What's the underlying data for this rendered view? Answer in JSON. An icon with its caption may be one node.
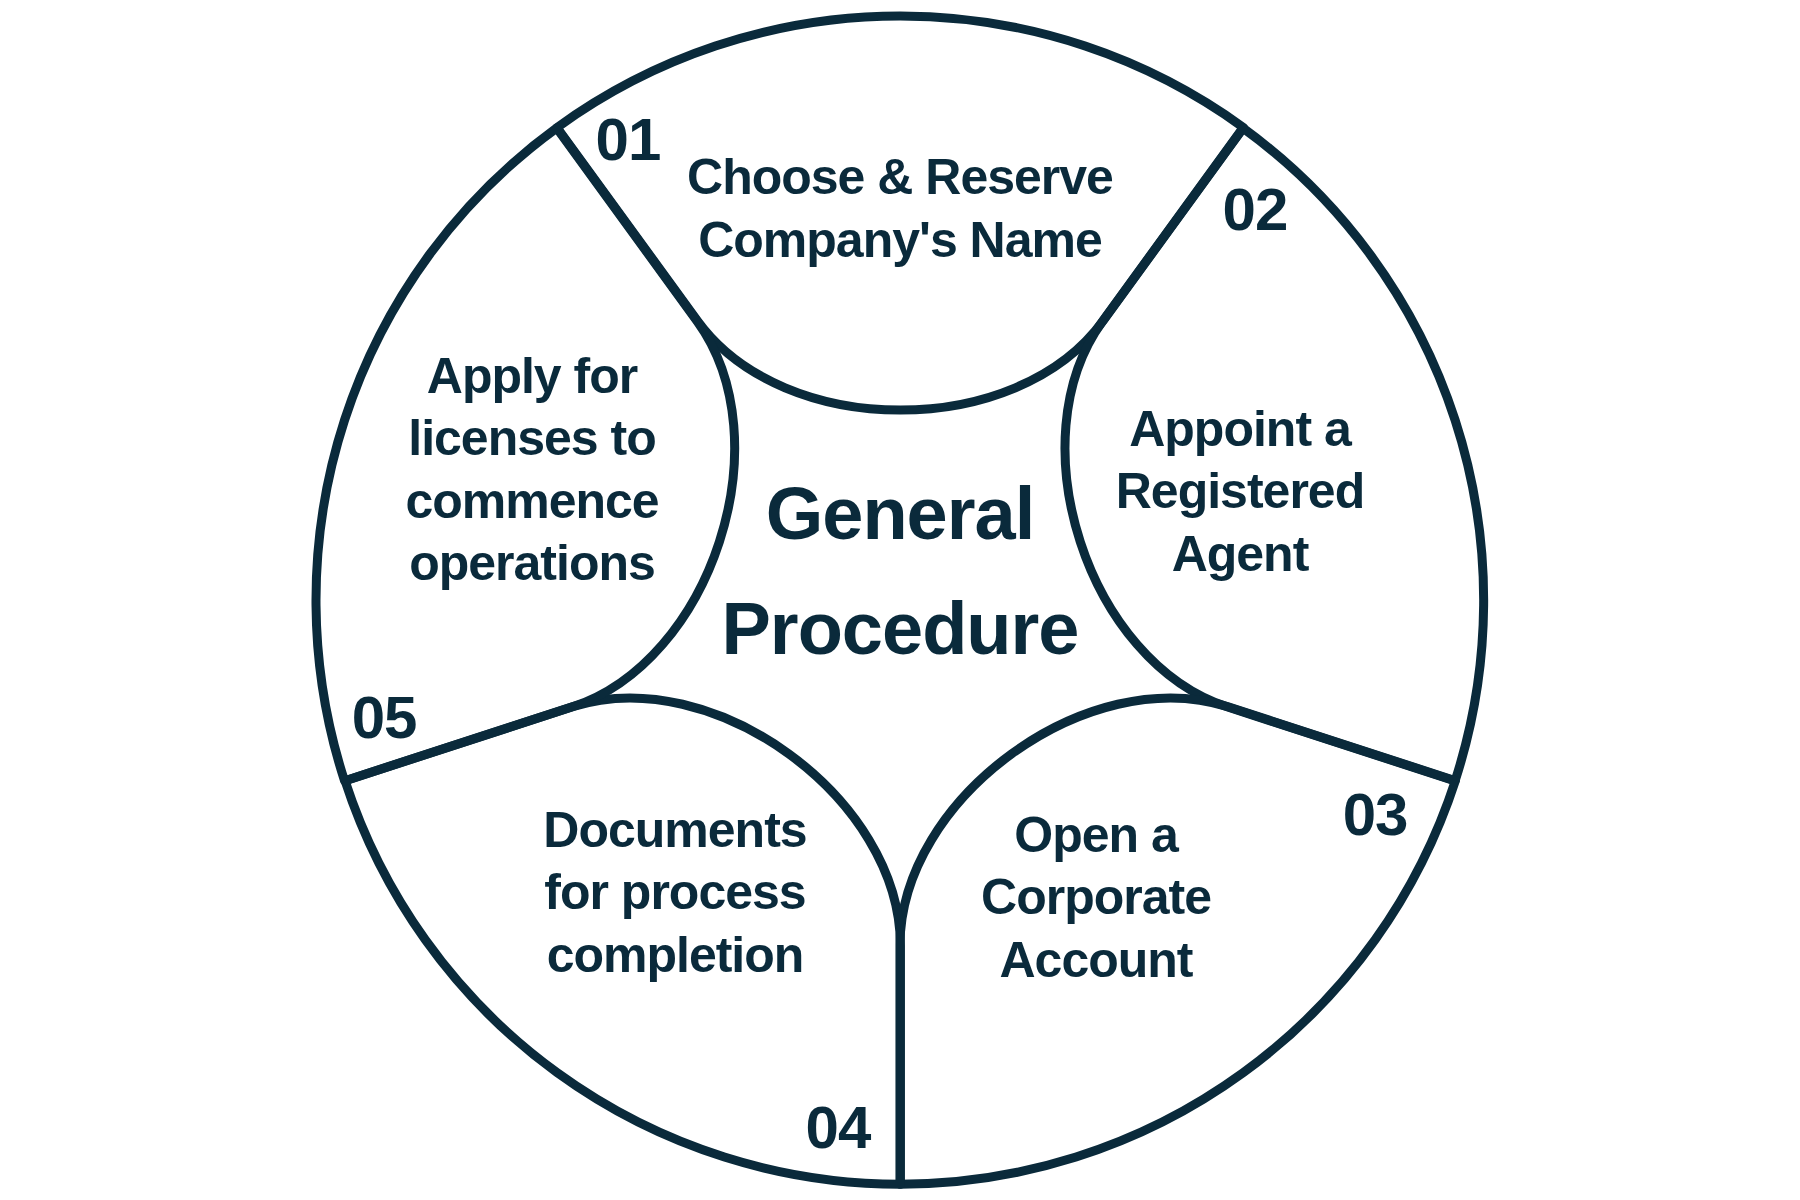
{
  "diagram": {
    "title": "General Procedure",
    "nodes": [
      {
        "text": [
          "01",
          "Choose & Reserve Company's Name"
        ]
      },
      {
        "text": [
          "02",
          "Appoint a Registered Agent"
        ]
      },
      {
        "text": [
          "03",
          "Open a Corporate Account"
        ]
      },
      {
        "text": [
          "Documents for process completion",
          "04"
        ]
      },
      {
        "text": [
          "Apply for licenses to commence operations",
          "05"
        ]
      }
    ]
  }
}
